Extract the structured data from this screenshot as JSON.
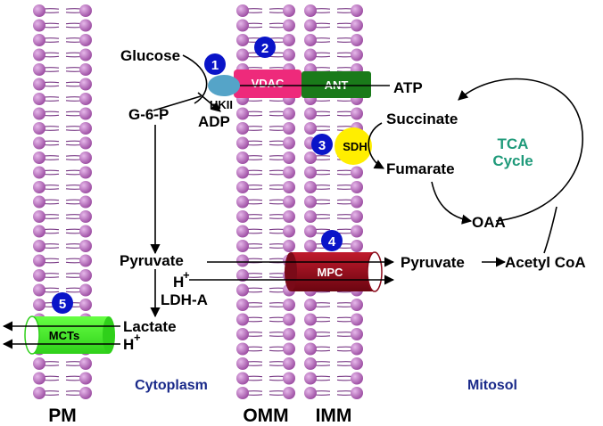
{
  "membranes": {
    "pm": "PM",
    "omm": "OMM",
    "imm": "IMM"
  },
  "compartments": {
    "cytoplasm": "Cytoplasm",
    "mitosol": "Mitosol"
  },
  "proteins": {
    "hkii": "HKII",
    "vdac": "VDAC",
    "ant": "ANT",
    "sdh": "SDH",
    "mpc": "MPC",
    "mcts": "MCTs"
  },
  "metabolites": {
    "glucose": "Glucose",
    "g6p": "G-6-P",
    "adp": "ADP",
    "atp": "ATP",
    "succinate": "Succinate",
    "fumarate": "Fumarate",
    "oaa": "OAA",
    "pyruvate_cyto": "Pyruvate",
    "pyruvate_mito": "Pyruvate",
    "acetyl_coa": "Acetyl CoA",
    "proton_mito": "H",
    "proton_cyto": "H",
    "proton_sup": "+",
    "lactate": "Lactate",
    "ldha": "LDH-A"
  },
  "tca": {
    "line1": "TCA",
    "line2": "Cycle"
  },
  "badges": [
    "1",
    "2",
    "3",
    "4",
    "5"
  ],
  "colors": {
    "lipid": "#a356a8",
    "tail": "#7a3a86",
    "vdac": "#ee2a7b",
    "ant": "#1a7a1a",
    "hkii": "#55a4c8",
    "sdh": "#ffee00",
    "mpc": "#8b0a1a",
    "mcts": "#44ee22",
    "badge": "#0a14c8",
    "tca_text": "#1f9a7a",
    "compartment_text": "#1a2a8a"
  }
}
